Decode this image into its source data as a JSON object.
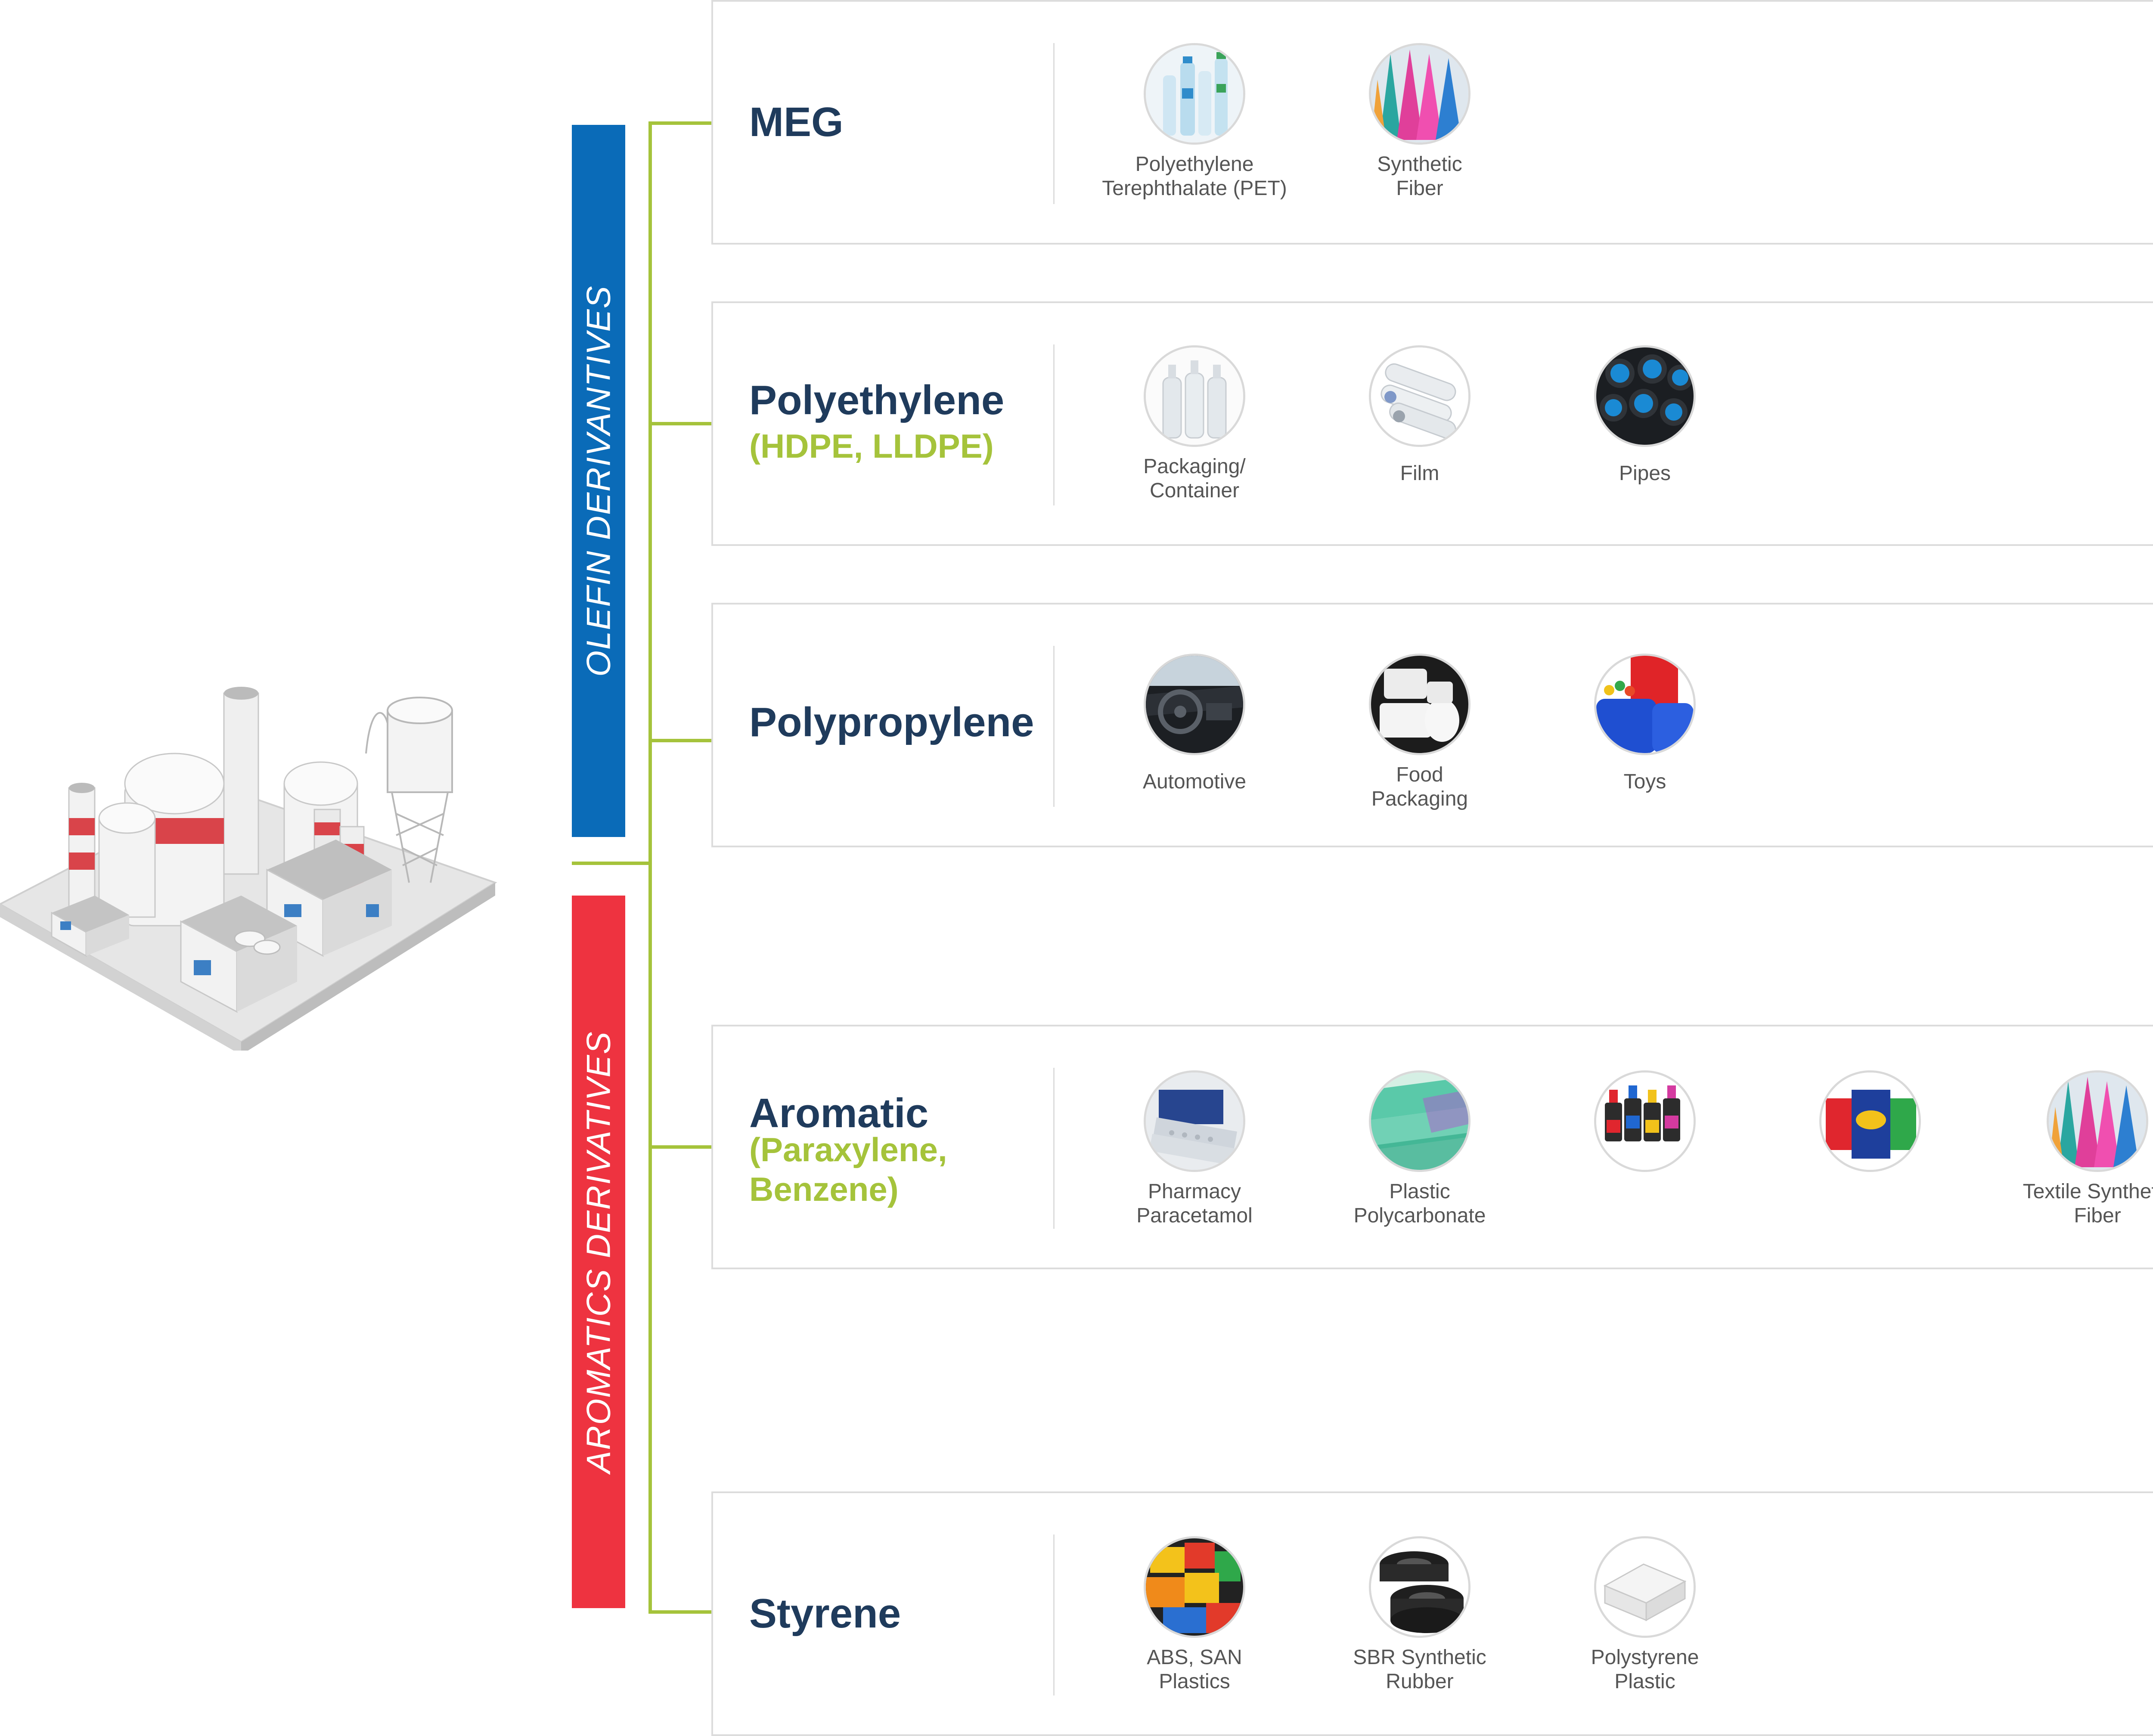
{
  "categories": {
    "olefin": {
      "label": "OLEFIN DERIVANTIVES",
      "color": "#0a6bb8"
    },
    "aromatics": {
      "label": "AROMATICS DERIVATIVES",
      "color": "#ee3340"
    }
  },
  "connector_color": "#a5c33b",
  "title_color": "#1f3b5c",
  "cards": [
    {
      "title": "MEG",
      "subtitle": "",
      "items": [
        {
          "label": "Polyethylene\nTerephthalate (PET)",
          "icon": "pet-bottles-icon"
        },
        {
          "label": "Synthetic\nFiber",
          "icon": "thread-spools-icon"
        }
      ]
    },
    {
      "title": "Polyethylene",
      "subtitle": "(HDPE, LLDPE)",
      "items": [
        {
          "label": "Packaging/\nContainer",
          "icon": "plastic-bottles-icon"
        },
        {
          "label": "Film",
          "icon": "film-rolls-icon"
        },
        {
          "label": "Pipes",
          "icon": "pipes-icon"
        }
      ]
    },
    {
      "title": "Polypropylene",
      "subtitle": "",
      "items": [
        {
          "label": "Automotive",
          "icon": "car-interior-icon"
        },
        {
          "label": "Food\nPackaging",
          "icon": "food-containers-icon"
        },
        {
          "label": "Toys",
          "icon": "toys-icon"
        }
      ]
    },
    {
      "title": "Aromatic",
      "subtitle": "(Paraxylene,\nBenzene)",
      "items": [
        {
          "label": "Pharmacy\nParacetamol",
          "icon": "medicine-blister-icon"
        },
        {
          "label": "Plastic\nPolycarbonate",
          "icon": "polycarbonate-sheets-icon"
        },
        {
          "label": "",
          "icon": "paint-bottles-icon"
        },
        {
          "label": "",
          "icon": "detergent-packs-icon"
        },
        {
          "label": "Textile Synthetic\nFiber",
          "icon": "thread-spools-icon"
        }
      ]
    },
    {
      "title": "Styrene",
      "subtitle": "",
      "items": [
        {
          "label": "ABS, SAN\nPlastics",
          "icon": "building-blocks-icon"
        },
        {
          "label": "SBR Synthetic\nRubber",
          "icon": "tires-icon"
        },
        {
          "label": "Polystyrene\nPlastic",
          "icon": "foam-box-icon"
        }
      ]
    }
  ]
}
